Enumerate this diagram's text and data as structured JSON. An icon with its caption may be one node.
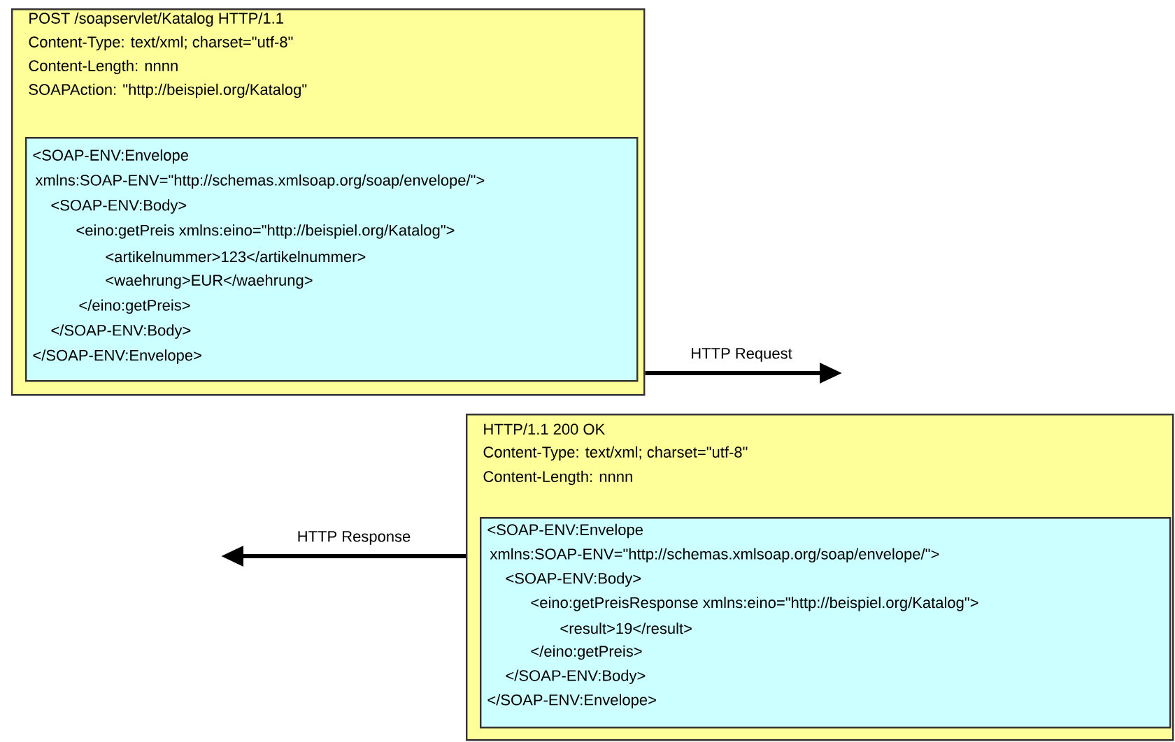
{
  "diagram": {
    "nodes": [
      {
        "text": [
          "POST /soapservlet/Katalog HTTP/1.1",
          "Content-Type: text/xml; charset=\"utf-8\"",
          "Content-Length: nnnn",
          "SOAPAction: \"http://beispiel.org/Katalog\""
        ]
      },
      {
        "text": [
          "<SOAP-ENV:Envelope",
          "xmlns:SOAP-ENV=\"http://schemas.xmlsoap.org/soap/envelope/\">",
          "<SOAP-ENV:Body>",
          "<eino:getPreis xmlns:eino=\"http://beispiel.org/Katalog\">",
          "<artikelnummer>123</artikelnummer>",
          "<waehrung>EUR</waehrung>",
          "</eino:getPreis>",
          "</SOAP-ENV:Body>",
          "</SOAP-ENV:Envelope>"
        ],
        "in": 0
      },
      {
        "text": [
          "HTTP/1.1 200 OK",
          "Content-Type: text/xml; charset=\"utf-8\"",
          "Content-Length: nnnn"
        ]
      },
      {
        "text": [
          "<SOAP-ENV:Envelope",
          "xmlns:SOAP-ENV=\"http://schemas.xmlsoap.org/soap/envelope/\">",
          "<SOAP-ENV:Body>",
          "<eino:getPreisResponse xmlns:eino=\"http://beispiel.org/Katalog\">",
          "<result>19</result>",
          "</eino:getPreis>",
          "</SOAP-ENV:Body>",
          "</SOAP-ENV:Envelope>"
        ],
        "in": 2
      }
    ],
    "edges": [
      {
        "from": 0,
        "to": null,
        "arrow": "to",
        "label": "HTTP Request"
      },
      {
        "from": 2,
        "to": null,
        "arrow": "to",
        "label": "HTTP Response"
      }
    ]
  }
}
